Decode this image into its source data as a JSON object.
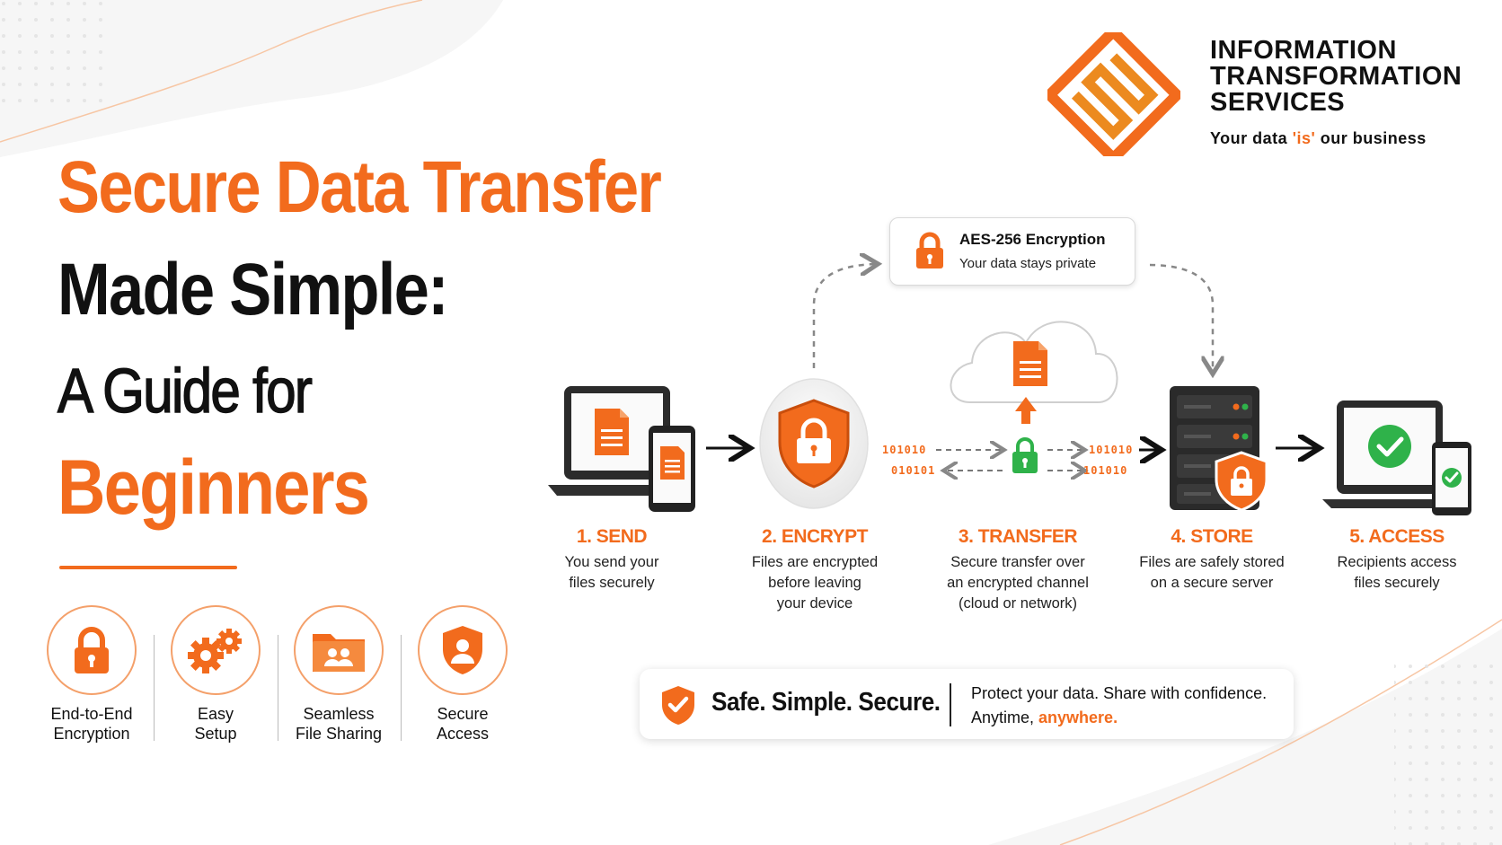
{
  "title": {
    "line1": "Secure Data Transfer",
    "line2": "Made Simple:",
    "line3": "A Guide for",
    "line4": "Beginners"
  },
  "brand": {
    "name_line1": "INFORMATION",
    "name_line2": "TRANSFORMATION",
    "name_line3": "SERVICES",
    "tagline_pre": "Your data ",
    "tagline_hl": "'is'",
    "tagline_post": " our business"
  },
  "features": [
    {
      "label_line1": "End-to-End",
      "label_line2": "Encryption",
      "icon": "padlock-icon"
    },
    {
      "label_line1": "Easy",
      "label_line2": "Setup",
      "icon": "gears-icon"
    },
    {
      "label_line1": "Seamless",
      "label_line2": "File Sharing",
      "icon": "shared-folder-icon"
    },
    {
      "label_line1": "Secure",
      "label_line2": "Access",
      "icon": "shield-user-icon"
    }
  ],
  "callout": {
    "title": "AES-256 Encryption",
    "subtitle": "Your data stays private"
  },
  "binary": {
    "left_top": "101010",
    "left_bottom": "010101",
    "right_top": "101010",
    "right_bottom": "101010"
  },
  "steps": [
    {
      "title": "1. SEND",
      "desc_line1": "You send your",
      "desc_line2": "files securely",
      "desc_line3": ""
    },
    {
      "title": "2. ENCRYPT",
      "desc_line1": "Files are encrypted",
      "desc_line2": "before leaving",
      "desc_line3": "your device"
    },
    {
      "title": "3. TRANSFER",
      "desc_line1": "Secure transfer over",
      "desc_line2": "an encrypted channel",
      "desc_line3": "(cloud or network)"
    },
    {
      "title": "4. STORE",
      "desc_line1": "Files are safely stored",
      "desc_line2": "on a secure server",
      "desc_line3": ""
    },
    {
      "title": "5. ACCESS",
      "desc_line1": "Recipients access",
      "desc_line2": "files securely",
      "desc_line3": ""
    }
  ],
  "banner": {
    "slogan": "Safe. Simple. Secure.",
    "text_line1": "Protect your data. Share with confidence.",
    "text_line2_pre": "Anytime, ",
    "text_line2_hl": "anywhere."
  },
  "colors": {
    "accent": "#f26b1d",
    "accent_dark": "#d9540c",
    "success": "#2fb24a",
    "text": "#111111"
  }
}
